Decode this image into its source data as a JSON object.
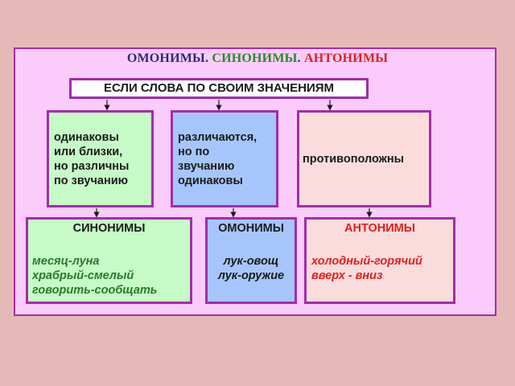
{
  "title": {
    "part1": "ОМОНИМЫ",
    "sep1": ". ",
    "part2": "СИНОНИМЫ",
    "sep2": ". ",
    "part3": "АНТОНИМЫ"
  },
  "header": "ЕСЛИ СЛОВА ПО СВОИМ ЗНАЧЕНИЯМ",
  "conditions": [
    {
      "lines": [
        "одинаковы",
        "или близки,",
        "но различны",
        "по звучанию"
      ]
    },
    {
      "lines": [
        "различаются,",
        "но по",
        "звучанию",
        "одинаковы"
      ]
    },
    {
      "lines": [
        "противоположны"
      ]
    }
  ],
  "results": [
    {
      "title": "СИНОНИМЫ",
      "examples": [
        "месяц-луна",
        "храбрый-смелый",
        "говорить-сообщать"
      ]
    },
    {
      "title": "ОМОНИМЫ",
      "examples": [
        "лук-овощ",
        "лук-оружие"
      ]
    },
    {
      "title": "АНТОНИМЫ",
      "examples": [
        "холодный-горячий",
        "вверх - вниз"
      ]
    }
  ],
  "colors": {
    "panel_bg": "#fbccfb",
    "border": "#a12ea6",
    "synonyms_bg": "#c6fac6",
    "homonyms_bg": "#a6c6fb",
    "antonyms_bg": "#fbdcdc",
    "antonyms_text": "#e02020",
    "synonyms_text": "#2a7a2a"
  }
}
